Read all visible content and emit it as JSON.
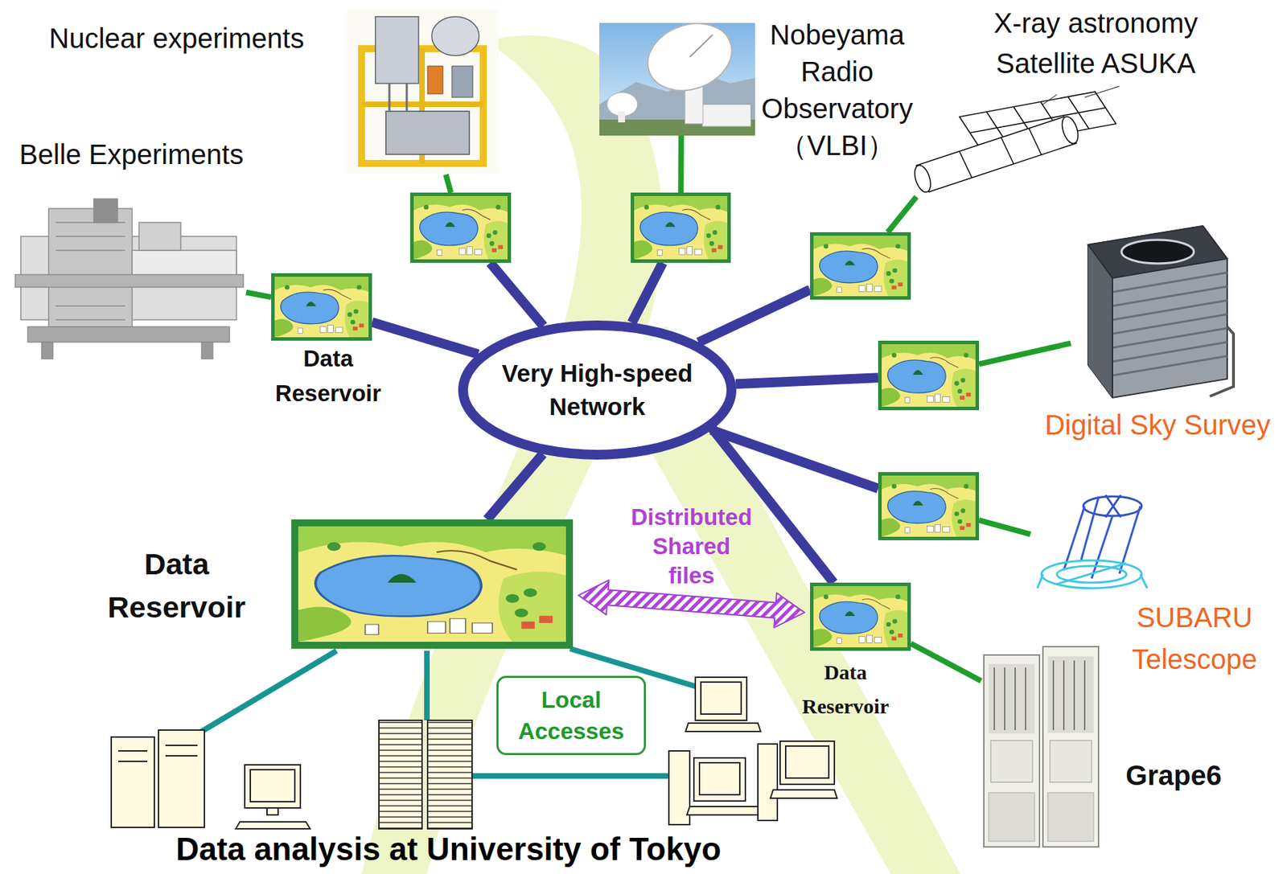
{
  "diagram": {
    "nodes": [
      {
        "text": [
          "Nuclear experiments"
        ]
      },
      {
        "text": [
          "Nobeyama Radio Observatory （VLBI）"
        ]
      },
      {
        "text": [
          "X-ray astronomy Satellite ASUKA"
        ]
      },
      {
        "text": [
          "Belle Experiments"
        ]
      },
      {
        "text": []
      },
      {
        "text": []
      },
      {
        "text": []
      },
      {
        "text": [
          "Data Reservoir"
        ]
      },
      {
        "text": [
          "Very High-speed Network"
        ]
      },
      {
        "text": []
      },
      {
        "text": [
          "Digital Sky Survey"
        ]
      },
      {
        "text": []
      },
      {
        "text": [
          "SUBARU Telescope"
        ]
      },
      {
        "text": [
          "Data Reservoir"
        ]
      },
      {
        "text": [
          "Data Reservoir"
        ]
      },
      {
        "text": [
          "Local Accesses"
        ]
      },
      {
        "text": [
          "Grape6"
        ]
      }
    ],
    "edges": [
      {
        "from": 8,
        "to": 7,
        "arrow": "none"
      },
      {
        "from": 8,
        "to": 4,
        "arrow": "none"
      },
      {
        "from": 8,
        "to": 5,
        "arrow": "none"
      },
      {
        "from": 8,
        "to": 6,
        "arrow": "none"
      },
      {
        "from": 8,
        "to": 9,
        "arrow": "none"
      },
      {
        "from": 8,
        "to": 11,
        "arrow": "none"
      },
      {
        "from": 8,
        "to": 14,
        "arrow": "none"
      },
      {
        "from": 8,
        "to": 13,
        "arrow": "none"
      },
      {
        "from": 3,
        "to": 7,
        "arrow": "none"
      },
      {
        "from": 0,
        "to": 4,
        "arrow": "none"
      },
      {
        "from": 1,
        "to": 5,
        "arrow": "none"
      },
      {
        "from": 2,
        "to": 6,
        "arrow": "none"
      },
      {
        "from": 10,
        "to": 9,
        "arrow": "none"
      },
      {
        "from": 12,
        "to": 11,
        "arrow": "none"
      },
      {
        "from": 16,
        "to": 14,
        "arrow": "none"
      },
      {
        "from": 13,
        "to": 14,
        "label": "Distributed Shared files",
        "arrow": "both"
      }
    ],
    "labels": [
      "Data analysis at University of Tokyo"
    ]
  }
}
